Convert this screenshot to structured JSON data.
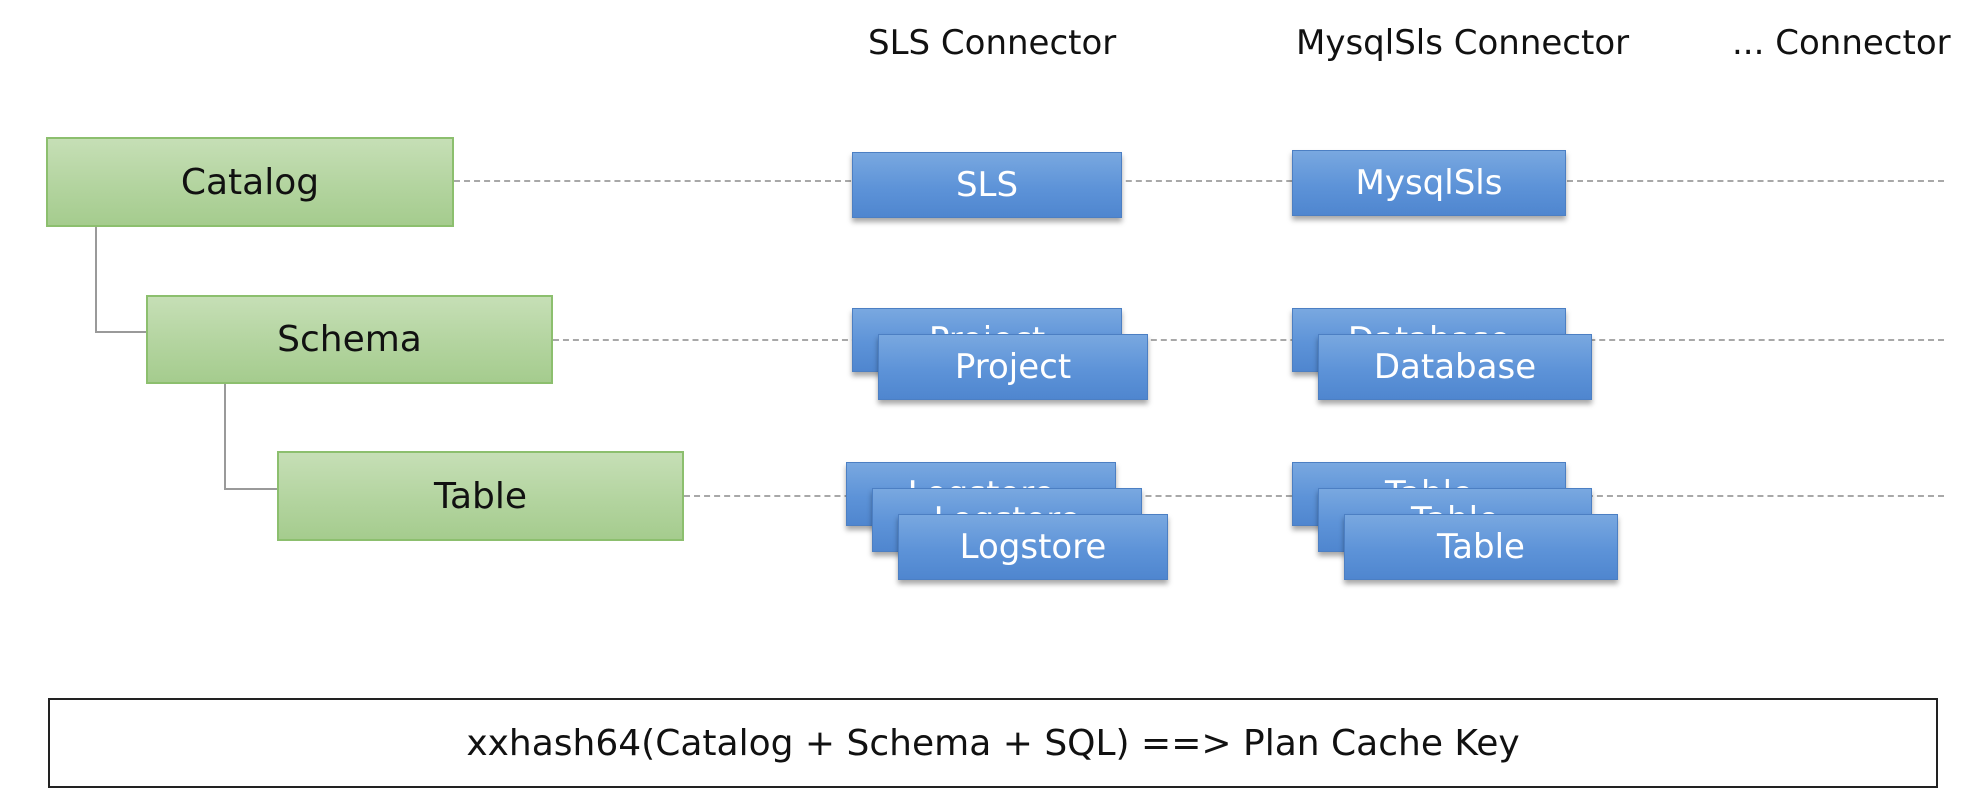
{
  "connectors": {
    "sls": {
      "header": "SLS Connector",
      "catalog": "SLS",
      "schema": "Project",
      "table": "Logstore"
    },
    "mysqlsls": {
      "header": "MysqlSls Connector",
      "catalog": "MysqlSls",
      "schema": "Database",
      "table": "Table"
    },
    "other": {
      "header": "... Connector"
    }
  },
  "hierarchy": {
    "catalog": "Catalog",
    "schema": "Schema",
    "table": "Table"
  },
  "formula": "xxhash64(Catalog + Schema + SQL) ==> Plan Cache Key",
  "colors": {
    "green_fill": "#b3d49f",
    "green_border": "#8cbf6e",
    "blue_fill": "#5d93d8",
    "blue_border": "#4c7fc3",
    "dashed_line": "#a8a8a8"
  }
}
